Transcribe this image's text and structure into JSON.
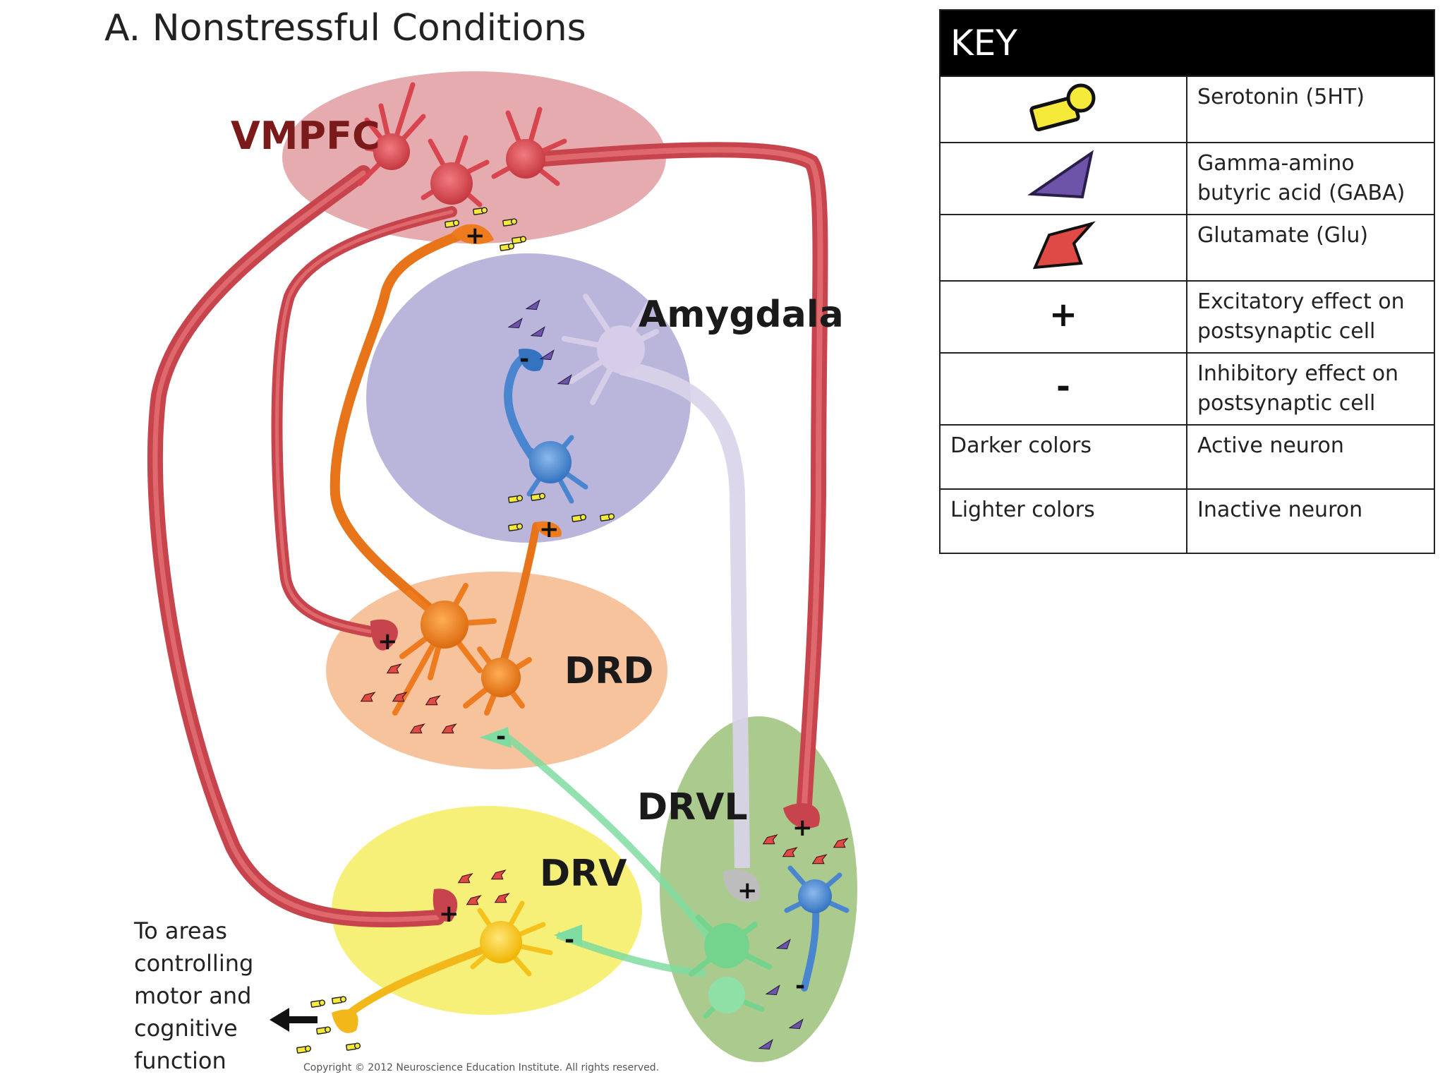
{
  "title": "A. Nonstressful Conditions",
  "regions": {
    "vmpfc": "VMPFC",
    "amygdala": "Amygdala",
    "drd": "DRD",
    "drvl": "DRVL",
    "drv": "DRV"
  },
  "signs": {
    "plus": "+",
    "minus": "-"
  },
  "output_note": [
    "To areas",
    "controlling",
    "motor and",
    "cognitive",
    "function"
  ],
  "copyright": "Copyright © 2012 Neuroscience Education Institute.  All rights reserved.",
  "key": {
    "header": "KEY",
    "rows": [
      {
        "symbol_icon": "serotonin-icon",
        "text": "Serotonin (5HT)"
      },
      {
        "symbol_icon": "gaba-icon",
        "text": "Gamma-amino butyric acid (GABA)"
      },
      {
        "symbol_icon": "glutamate-icon",
        "text": "Glutamate (Glu)"
      },
      {
        "symbol": "+",
        "text": "Excitatory effect on postsynaptic cell"
      },
      {
        "symbol": "-",
        "text": "Inhibitory effect on postsynaptic cell"
      },
      {
        "symbol": "Darker colors",
        "text": "Active neuron"
      },
      {
        "symbol": "Lighter colors",
        "text": "Inactive neuron"
      }
    ]
  },
  "colors": {
    "vmpfc_region": "#dc8f93",
    "amygdala_region": "#a9a2d2",
    "drd_region": "#f5b98c",
    "drvl_region": "#9cc27a",
    "drv_region": "#f5ee6a",
    "vmpfc_neuron": "#d9454e",
    "serotonergic_neuron": "#ee7c1e",
    "gaba_neuron": "#4a86cf",
    "inactive_amygdala_neuron": "#d6cde9",
    "drvl_neuron": "#74d38c",
    "drv_neuron": "#f5c21c",
    "serotonin": "#f5ea3a",
    "gaba": "#7b5aa6",
    "glutamate": "#e0504a"
  }
}
